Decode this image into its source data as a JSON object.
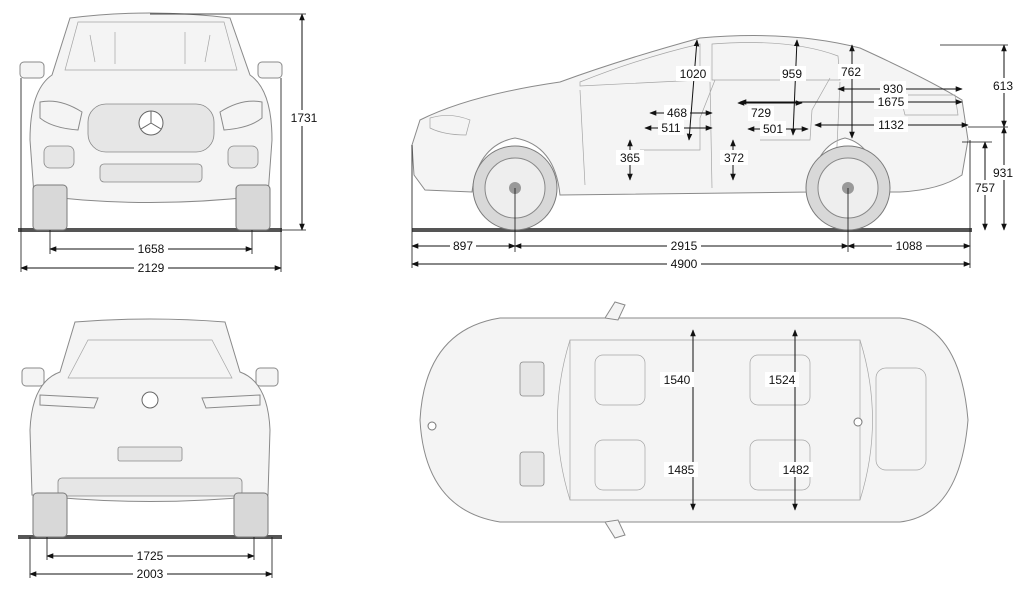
{
  "front_view": {
    "height": "1731",
    "track": "1658",
    "width_mirrors": "2129"
  },
  "side_view": {
    "headroom_front": "1020",
    "headroom_rear": "959",
    "rear_height_762": "762",
    "seat_front_468": "468",
    "seat_front_511": "511",
    "legroom_rear_729": "729",
    "legroom_rear_501": "501",
    "cargo_930": "930",
    "cargo_1675": "1675",
    "cargo_1132": "1132",
    "seat_height_front": "365",
    "seat_height_rear": "372",
    "tailgate_613": "613",
    "load_height_757": "757",
    "rear_931": "931",
    "front_overhang": "897",
    "wheelbase": "2915",
    "rear_overhang": "1088",
    "length": "4900"
  },
  "rear_view": {
    "track": "1725",
    "width": "2003"
  },
  "top_view": {
    "shoulder_front": "1540",
    "shoulder_rear": "1524",
    "elbow_front": "1485",
    "elbow_rear": "1482"
  }
}
